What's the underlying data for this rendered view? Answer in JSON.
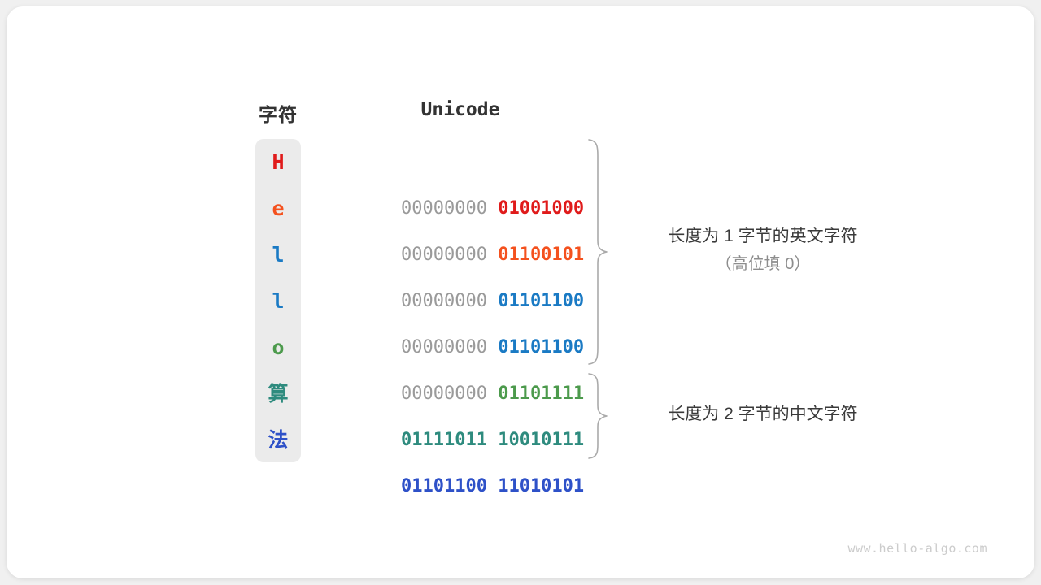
{
  "figure": {
    "headers": {
      "character": "字符",
      "unicode": "Unicode"
    },
    "rows": [
      {
        "char": "H",
        "color": "#e01b1b",
        "high_byte": "00000000",
        "low_byte": "01001000",
        "high_significant": false
      },
      {
        "char": "e",
        "color": "#f4511e",
        "high_byte": "00000000",
        "low_byte": "01100101",
        "high_significant": false
      },
      {
        "char": "l",
        "color": "#1a7ac4",
        "high_byte": "00000000",
        "low_byte": "01101100",
        "high_significant": false
      },
      {
        "char": "l",
        "color": "#1a7ac4",
        "high_byte": "00000000",
        "low_byte": "01101100",
        "high_significant": false
      },
      {
        "char": "o",
        "color": "#4c9a4c",
        "high_byte": "00000000",
        "low_byte": "01101111",
        "high_significant": false
      },
      {
        "char": "算",
        "color": "#2e8b7e",
        "high_byte": "01111011",
        "low_byte": "10010111",
        "high_significant": true
      },
      {
        "char": "法",
        "color": "#2e51c8",
        "high_byte": "01101100",
        "low_byte": "11010101",
        "high_significant": true
      }
    ],
    "annotations": [
      {
        "line1": "长度为 1 字节的英文字符",
        "line2": "（高位填 0）",
        "spans_rows": 5
      },
      {
        "line1": "长度为 2 字节的中文字符",
        "line2": "",
        "spans_rows": 2
      }
    ],
    "watermark": "www.hello-algo.com",
    "palette": {
      "card_background": "#ffffff",
      "page_background": "#f0f0f0",
      "char_column_background": "#ebebeb",
      "high_byte_gray": "#9a9a9a",
      "brace_gray": "#aaaaaa",
      "annotation_primary": "#3a3a3a",
      "annotation_secondary": "#8d8d8d",
      "watermark_gray": "#cccccc"
    }
  }
}
